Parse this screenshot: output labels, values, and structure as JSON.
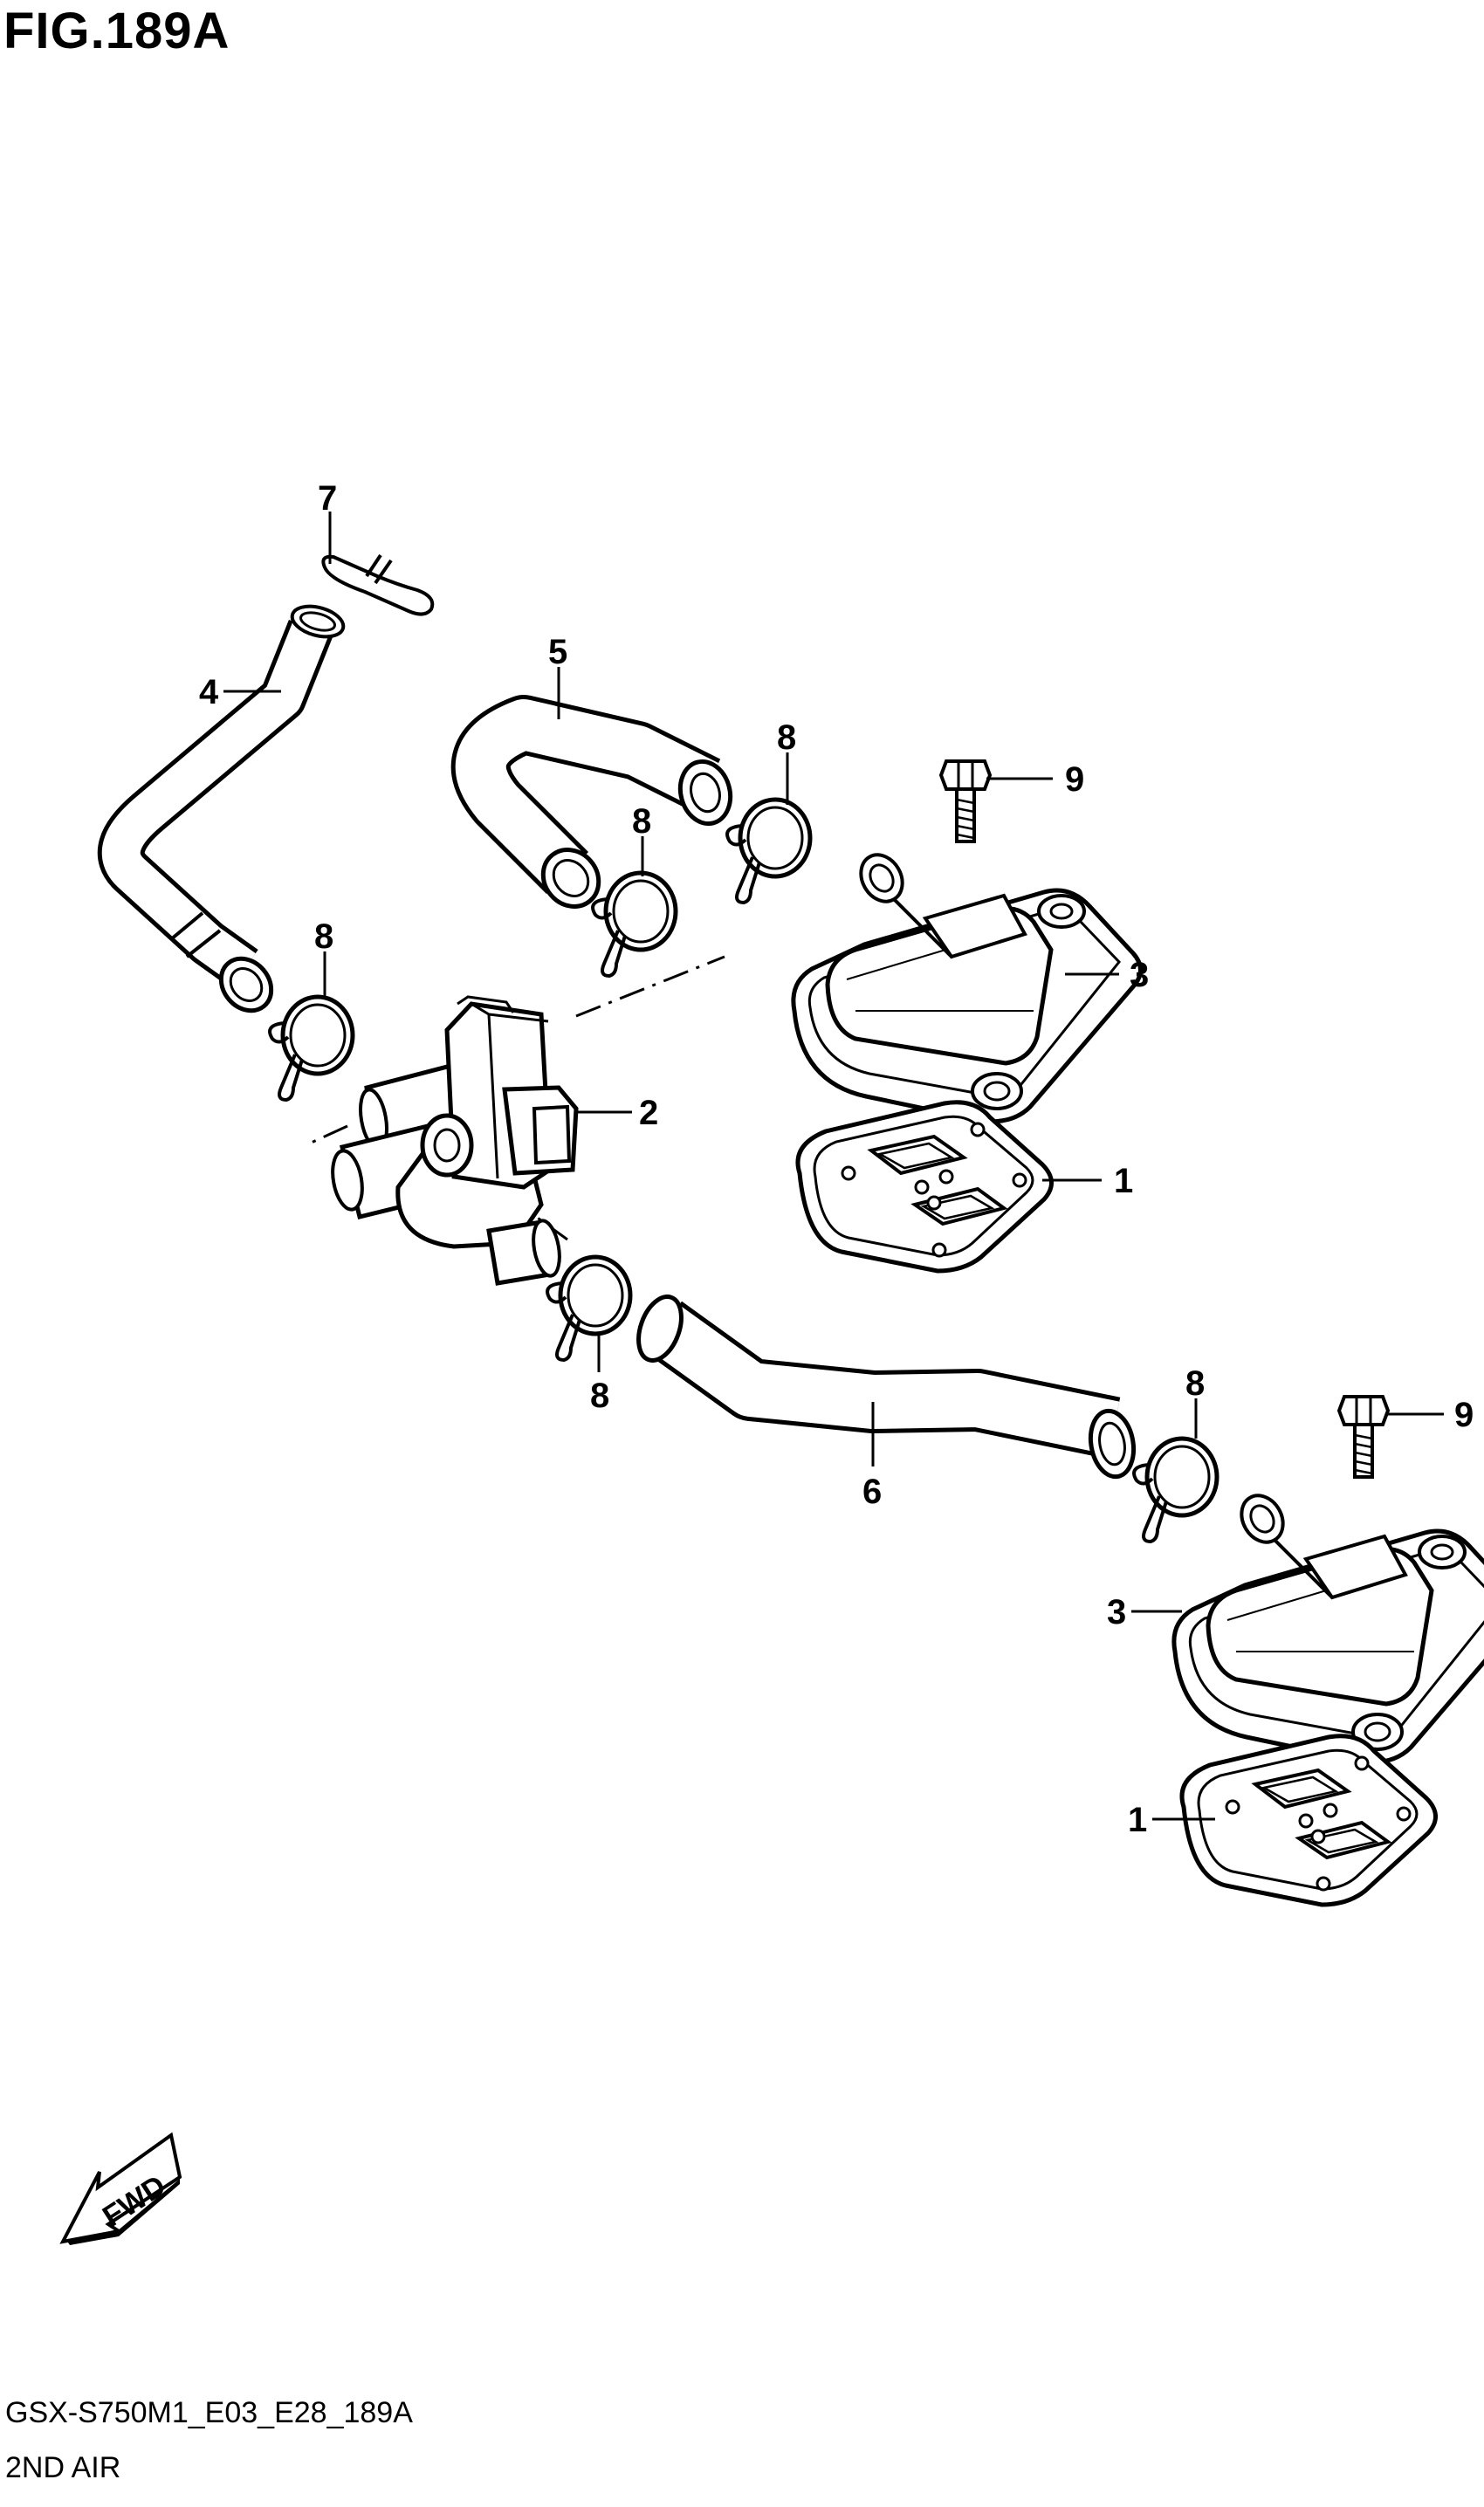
{
  "figure": {
    "title": "FIG.189A"
  },
  "callouts": {
    "c1a": "1",
    "c1b": "1",
    "c2": "2",
    "c3a": "3",
    "c3b": "3",
    "c4": "4",
    "c5": "5",
    "c6": "6",
    "c7": "7",
    "c8a": "8",
    "c8b": "8",
    "c8c": "8",
    "c8d": "8",
    "c8e": "8",
    "c9a": "9",
    "c9b": "9"
  },
  "fwd_label": "FWD",
  "footer": {
    "code": "GSX-S750M1_E03_E28_189A",
    "section": "2ND AIR"
  }
}
